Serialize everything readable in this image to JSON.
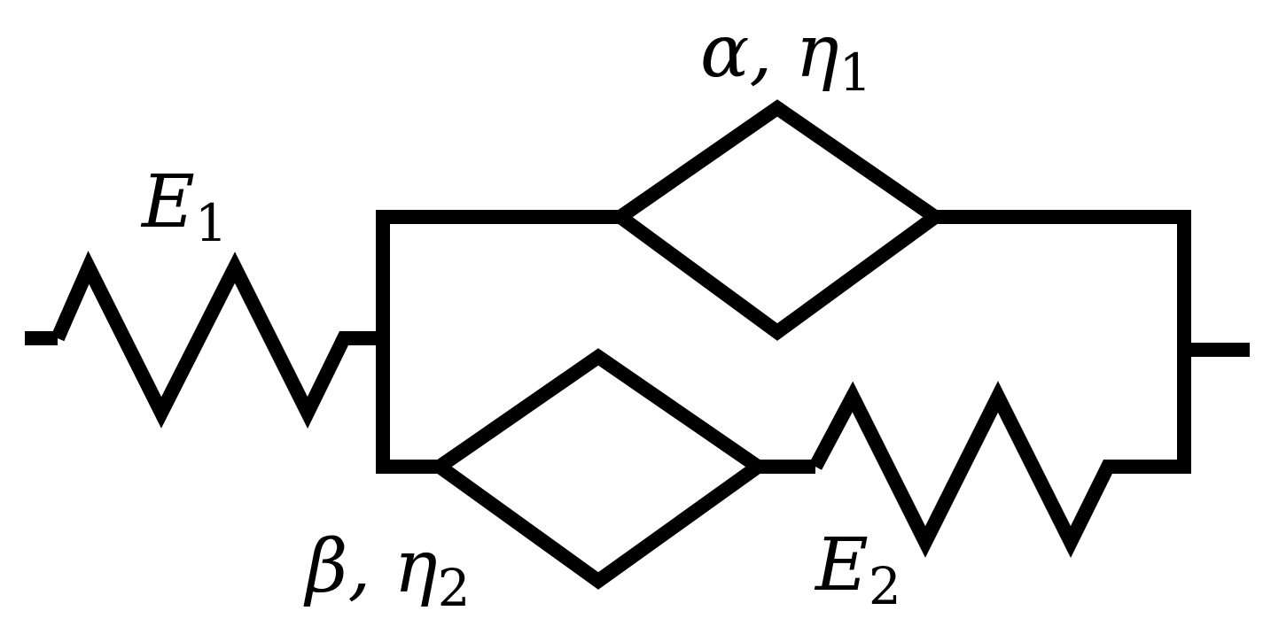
{
  "diagram": {
    "labels": {
      "e1": {
        "symbol": "E",
        "subscript": "1"
      },
      "alpha_eta1": {
        "symbol": "α, η",
        "subscript": "1"
      },
      "beta_eta2": {
        "symbol": "β, η",
        "subscript": "2"
      },
      "e2": {
        "symbol": "E",
        "subscript": "2"
      }
    }
  }
}
